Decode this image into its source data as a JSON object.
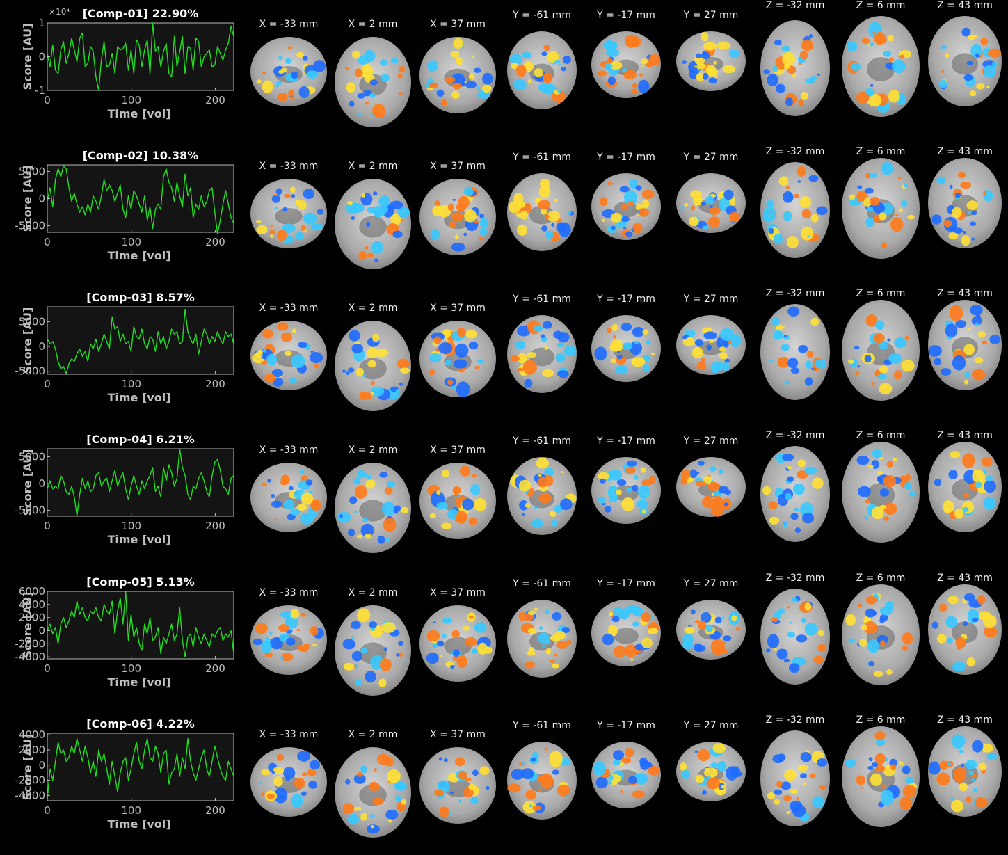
{
  "chart_data": [
    {
      "type": "line",
      "title": "[Comp-01] 22.90%",
      "xlabel": "Time [vol]",
      "ylabel": "Score [AU]",
      "exponent_label": "×10⁴",
      "xlim": [
        0,
        222
      ],
      "ylim": [
        -1,
        1
      ],
      "xticks": [
        0,
        100,
        200
      ],
      "yticks": [
        -1,
        0,
        1
      ],
      "line_color": "#22dd22",
      "series": [
        {
          "values": [
            0.1,
            -0.3,
            0.35,
            -0.4,
            -0.5,
            0.2,
            0.45,
            -0.2,
            0.1,
            0.55,
            0.2,
            -0.15,
            0.55,
            0.7,
            -0.3,
            -0.2,
            0.3,
            0.15,
            -0.6,
            -1.0,
            -0.1,
            0.45,
            -0.3,
            -0.25,
            0.1,
            -0.5,
            0.3,
            0.2,
            0.25,
            0.4,
            -0.4,
            0.2,
            -0.5,
            0.5,
            0.35,
            -0.3,
            0.2,
            0.5,
            -0.5,
            1.0,
            0.15,
            0.3,
            -0.3,
            0.15,
            0.4,
            -0.5,
            -0.6,
            0.6,
            -0.3,
            0.15,
            0.6,
            -0.5,
            0.3,
            0.25,
            -0.4,
            0.55,
            0.45,
            -0.3,
            0.0,
            0.1,
            0.2,
            -0.3,
            -0.25,
            0.3,
            0.1,
            -0.1,
            0.2,
            0.4,
            0.9,
            0.6
          ]
        }
      ]
    },
    {
      "type": "line",
      "title": "[Comp-02] 10.38%",
      "xlabel": "Time [vol]",
      "ylabel": "Score [AU]",
      "xlim": [
        0,
        222
      ],
      "ylim": [
        -6200,
        6200
      ],
      "xticks": [
        0,
        100,
        200
      ],
      "yticks": [
        -5000,
        0,
        5000
      ],
      "line_color": "#22dd22",
      "series": [
        {
          "values": [
            -500,
            2000,
            -1500,
            3500,
            5500,
            4000,
            6000,
            5500,
            2000,
            -500,
            1000,
            -1000,
            -2500,
            -1500,
            -3000,
            -1000,
            -2500,
            500,
            -500,
            -2000,
            500,
            3500,
            1500,
            2500,
            1500,
            -500,
            1000,
            2500,
            -2000,
            -3500,
            500,
            -2000,
            1500,
            500,
            -1000,
            -2500,
            500,
            -4000,
            -1500,
            -5500,
            -2000,
            -1000,
            -2000,
            4000,
            5500,
            3000,
            2000,
            -500,
            3000,
            500,
            -1500,
            4500,
            500,
            2000,
            -3500,
            -1000,
            -2000,
            500,
            -1500,
            -500,
            1500,
            2000,
            -2500,
            -6500,
            -4000,
            -1000,
            1500,
            -1000,
            -3500,
            -4500
          ]
        }
      ]
    },
    {
      "type": "line",
      "title": "[Comp-03] 8.57%",
      "xlabel": "Time [vol]",
      "ylabel": "Score [AU]",
      "xlim": [
        0,
        222
      ],
      "ylim": [
        -5600,
        8000
      ],
      "xticks": [
        0,
        100,
        200
      ],
      "yticks": [
        -5000,
        0,
        5000
      ],
      "line_color": "#22dd22",
      "series": [
        {
          "values": [
            1500,
            500,
            1000,
            -500,
            -3000,
            -4500,
            -4000,
            -5500,
            -3500,
            -2500,
            -3000,
            -1500,
            -500,
            -2000,
            -1000,
            -3000,
            500,
            -500,
            1500,
            -1000,
            500,
            2500,
            1000,
            -500,
            6000,
            3500,
            4000,
            1000,
            2500,
            500,
            1000,
            -1000,
            4000,
            2000,
            1500,
            3500,
            500,
            -500,
            2000,
            1500,
            -1000,
            3000,
            500,
            2000,
            -500,
            1000,
            3500,
            2500,
            3000,
            500,
            1000,
            7500,
            3000,
            1500,
            500,
            2500,
            -1500,
            1000,
            3500,
            2500,
            500,
            2000,
            1000,
            3000,
            1500,
            500,
            3000,
            2000,
            2500,
            500
          ]
        }
      ]
    },
    {
      "type": "line",
      "title": "[Comp-04] 6.21%",
      "xlabel": "Time [vol]",
      "ylabel": "Score [AU]",
      "xlim": [
        0,
        222
      ],
      "ylim": [
        -6100,
        6500
      ],
      "xticks": [
        0,
        100,
        200
      ],
      "yticks": [
        -5000,
        0,
        5000
      ],
      "line_color": "#22dd22",
      "series": [
        {
          "values": [
            -1000,
            500,
            -1000,
            -500,
            -1000,
            1500,
            500,
            -1500,
            -2000,
            -500,
            -2500,
            -6000,
            -2000,
            1000,
            -1000,
            500,
            -1500,
            -1000,
            1500,
            2000,
            -500,
            500,
            1000,
            -1500,
            500,
            2500,
            -500,
            1000,
            2000,
            -1000,
            -3000,
            -500,
            1500,
            -500,
            -2000,
            500,
            -1000,
            500,
            1500,
            3000,
            -1500,
            -500,
            -2500,
            3000,
            500,
            3500,
            2000,
            -500,
            1000,
            6500,
            3000,
            1500,
            -2000,
            -3000,
            -500,
            -1000,
            1000,
            2000,
            500,
            -1500,
            -2500,
            1500,
            4000,
            4500,
            2500,
            -500,
            -1000,
            -2000,
            1000,
            1500
          ]
        }
      ]
    },
    {
      "type": "line",
      "title": "[Comp-05] 5.13%",
      "xlabel": "Time [vol]",
      "ylabel": "Score [AU]",
      "xlim": [
        0,
        222
      ],
      "ylim": [
        -4300,
        6000
      ],
      "xticks": [
        0,
        100,
        200
      ],
      "yticks": [
        -4000,
        -2000,
        0,
        2000,
        4000,
        6000
      ],
      "line_color": "#22dd22",
      "series": [
        {
          "values": [
            0,
            1000,
            -500,
            500,
            -2000,
            1000,
            2000,
            500,
            1500,
            3000,
            2000,
            4500,
            2500,
            3500,
            2000,
            1500,
            3000,
            2500,
            3500,
            2000,
            1500,
            4000,
            3000,
            2500,
            4500,
            -500,
            3000,
            5000,
            1000,
            6000,
            -1500,
            2500,
            -1000,
            500,
            -2000,
            -3000,
            1000,
            -500,
            2000,
            -1500,
            -1000,
            500,
            -3500,
            -1000,
            -2000,
            -500,
            1000,
            -1500,
            -500,
            3500,
            -1500,
            -4000,
            -1000,
            -500,
            -2500,
            500,
            -1000,
            -2000,
            -500,
            -1500,
            -2500,
            -500,
            -1000,
            0,
            500,
            -1500,
            -500,
            -1000,
            0,
            -3500
          ]
        }
      ]
    },
    {
      "type": "line",
      "title": "[Comp-06] 4.22%",
      "xlabel": "Time [vol]",
      "ylabel": "Score [AU]",
      "xlim": [
        0,
        222
      ],
      "ylim": [
        -4700,
        4200
      ],
      "xticks": [
        0,
        100,
        200
      ],
      "yticks": [
        -4000,
        -2000,
        0,
        2000,
        4000
      ],
      "line_color": "#22dd22",
      "series": [
        {
          "values": [
            -4500,
            -500,
            -2000,
            500,
            3000,
            1500,
            2000,
            500,
            1000,
            2500,
            1500,
            3500,
            2000,
            500,
            2500,
            1000,
            -1000,
            500,
            -1500,
            2000,
            500,
            1500,
            -500,
            -2500,
            500,
            -1500,
            -3500,
            -1000,
            500,
            1000,
            -2000,
            -500,
            1500,
            3000,
            500,
            -500,
            2000,
            3500,
            1000,
            500,
            2500,
            1500,
            -1000,
            1500,
            2000,
            -2500,
            -1000,
            -500,
            1500,
            -1500,
            1000,
            -500,
            3500,
            500,
            -1000,
            -2000,
            -500,
            1000,
            2000,
            -500,
            -1500,
            500,
            2500,
            1000,
            -500,
            -1500,
            -2000,
            500,
            -500,
            -1500
          ]
        }
      ]
    }
  ],
  "slice_labels": [
    "X = -33 mm",
    "X = 2 mm",
    "X = 37 mm",
    "Y = -61 mm",
    "Y = -17 mm",
    "Y = 27 mm",
    "Z = -32 mm",
    "Z = 6 mm",
    "Z = 43 mm"
  ],
  "colors": {
    "background": "#000000",
    "plot_bg": "#141414",
    "axis": "#bdbdbd",
    "line": "#22dd22",
    "brain_gray": "#b8b8b8",
    "positive": "#ff7a1a",
    "positive_strong": "#ffe033",
    "negative": "#1e6cff",
    "negative_strong": "#37c9ff"
  }
}
